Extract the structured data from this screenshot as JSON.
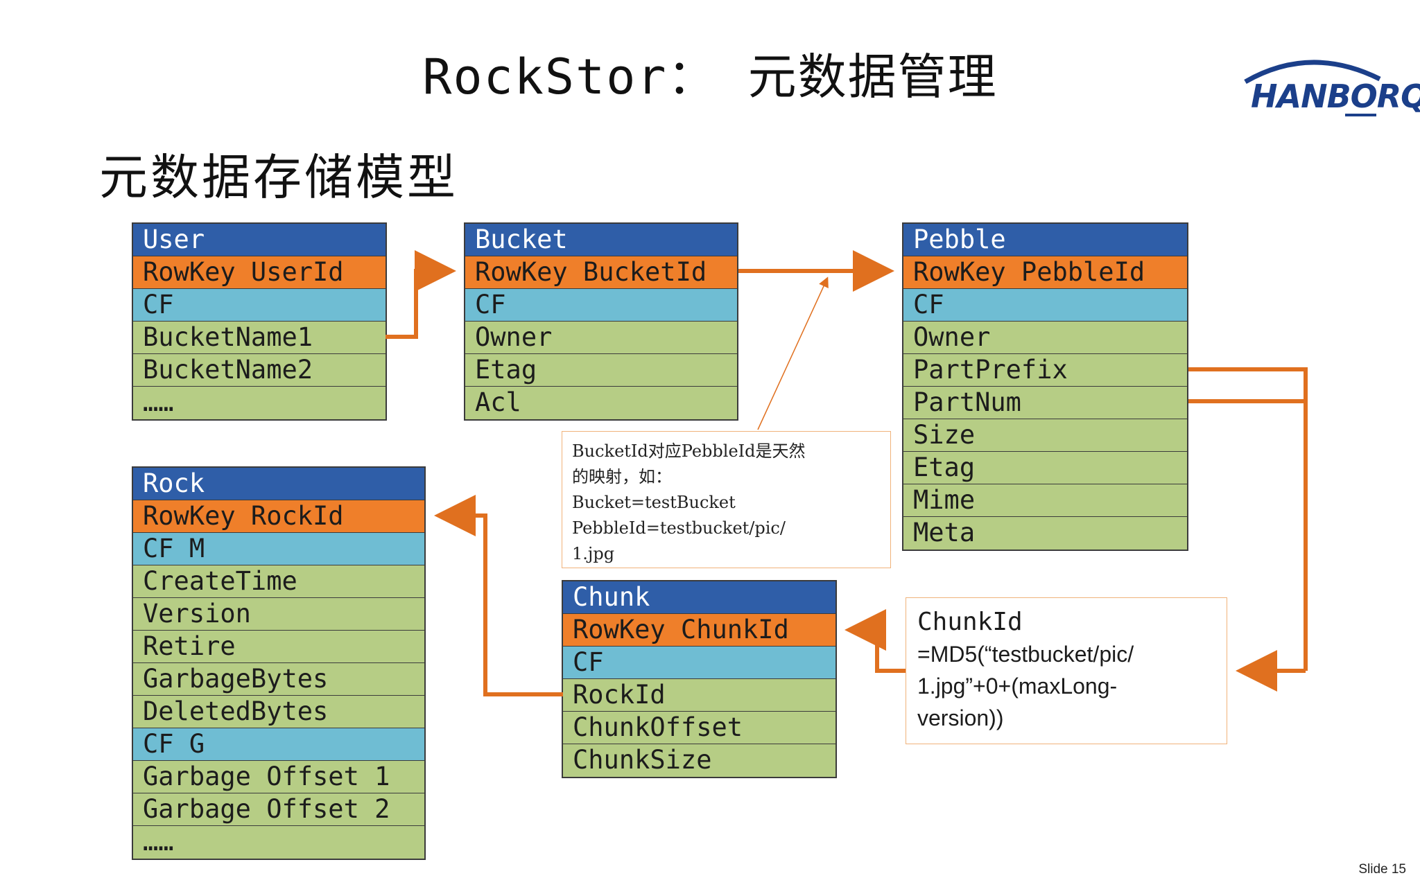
{
  "title": "RockStor： 元数据管理",
  "subtitle": "元数据存储模型",
  "logo_text": "HANBORQ",
  "slide_number": "Slide 15",
  "tables": {
    "user": [
      "User",
      "RowKey UserId",
      "CF",
      "BucketName1",
      "BucketName2",
      "……"
    ],
    "bucket": [
      "Bucket",
      "RowKey BucketId",
      "CF",
      "Owner",
      "Etag",
      "Acl"
    ],
    "pebble": [
      "Pebble",
      "RowKey PebbleId",
      "CF",
      "Owner",
      "PartPrefix",
      "PartNum",
      "Size",
      "Etag",
      "Mime",
      "Meta"
    ],
    "rock": [
      "Rock",
      "RowKey RockId",
      "CF M",
      "CreateTime",
      "Version",
      "Retire",
      "GarbageBytes",
      "DeletedBytes",
      "CF G",
      "Garbage Offset 1",
      "Garbage Offset 2",
      "……"
    ],
    "chunk": [
      "Chunk",
      "RowKey ChunkId",
      "CF",
      "RockId",
      "ChunkOffset",
      "ChunkSize"
    ]
  },
  "notes": {
    "mapping": [
      "BucketId对应PebbleId是天然",
      "的映射，如：",
      "Bucket=testBucket",
      "PebbleId=testbucket/pic/",
      "1.jpg"
    ],
    "chunkid": [
      "ChunkId",
      "=MD5(“testbucket/pic/",
      "1.jpg”+0+(maxLong-",
      "version))"
    ]
  },
  "colors": {
    "header": "#2f5ea8",
    "rowkey": "#ef7f2a",
    "cf": "#6fbdd3",
    "field": "#b6cd85",
    "arrow": "#e0701f"
  }
}
